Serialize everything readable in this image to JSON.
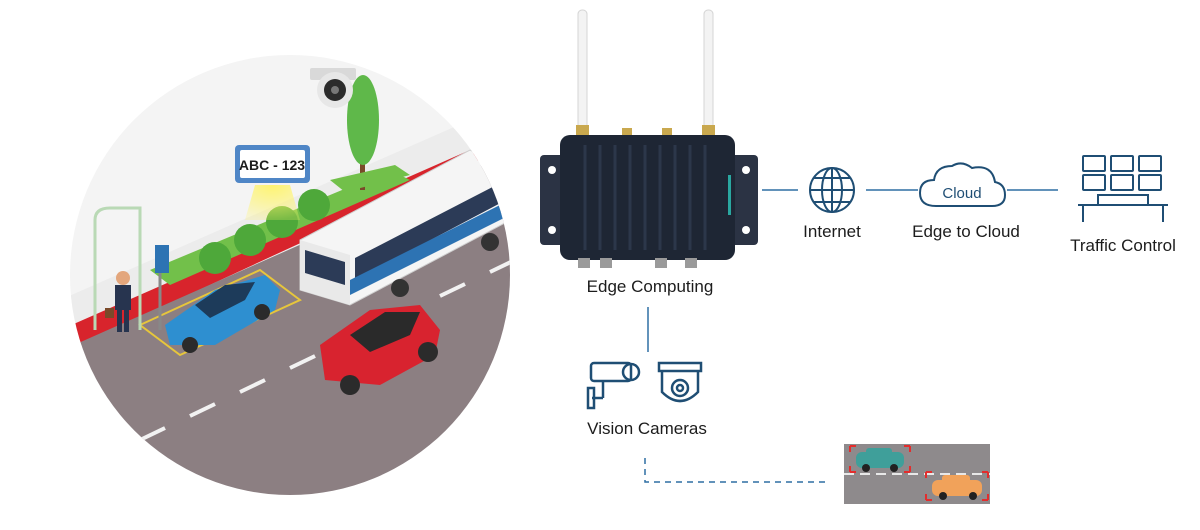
{
  "scene": {
    "plate_text": "ABC - 123"
  },
  "nodes": {
    "edge_computing": "Edge Computing",
    "internet": "Internet",
    "edge_to_cloud": "Edge to Cloud",
    "cloud_word": "Cloud",
    "traffic_control": "Traffic Control",
    "vision_cameras": "Vision Cameras"
  },
  "colors": {
    "connector_line": "#2f6fa4",
    "icon_stroke": "#1f4e74",
    "road": "#8c7f82",
    "curb_red": "#d8242c",
    "car_blue": "#2e8fd0",
    "car_red": "#d8232f",
    "bus_blue": "#2d73b3",
    "tree_green": "#5fb84a"
  }
}
